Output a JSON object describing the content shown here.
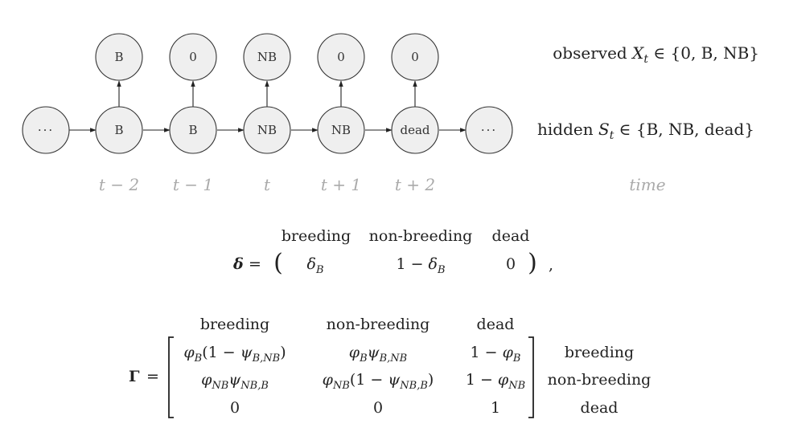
{
  "hmm": {
    "hidden_nodes": [
      "···",
      "B",
      "B",
      "NB",
      "NB",
      "dead",
      "···"
    ],
    "observed_nodes": [
      "B",
      "0",
      "NB",
      "0",
      "0"
    ],
    "observed_caption_prefix": "observed ",
    "observed_var": "X",
    "observed_sub": "t",
    "observed_set": " ∈ {0,  B, NB}",
    "hidden_caption_prefix": "hidden ",
    "hidden_var": "S",
    "hidden_sub": "t",
    "hidden_set": " ∈ {B, NB, dead}",
    "time_labels": [
      "t − 2",
      "t − 1",
      "t",
      "t + 1",
      "t + 2"
    ],
    "time_caption": "time"
  },
  "delta": {
    "symbol": "δ",
    "equals": "=",
    "headers": [
      "breeding",
      "non-breeding",
      "dead"
    ],
    "entries": [
      {
        "base": "δ",
        "sub": "B",
        "prefix": ""
      },
      {
        "base": "δ",
        "sub": "B",
        "prefix": "1 − "
      },
      {
        "base": "0",
        "sub": "",
        "prefix": ""
      }
    ],
    "trailing": ","
  },
  "gamma": {
    "symbol": "Γ",
    "equals": "=",
    "col_headers": [
      "breeding",
      "non-breeding",
      "dead"
    ],
    "row_labels": [
      "breeding",
      "non-breeding",
      "dead"
    ],
    "rows": [
      [
        "φB(1 − ψB,NB)",
        "φBψB,NB",
        "1 − φB"
      ],
      [
        "φNBψNB,B",
        "φNB(1 − ψNB,B)",
        "1 − φNB"
      ],
      [
        "0",
        "0",
        "1"
      ]
    ]
  }
}
